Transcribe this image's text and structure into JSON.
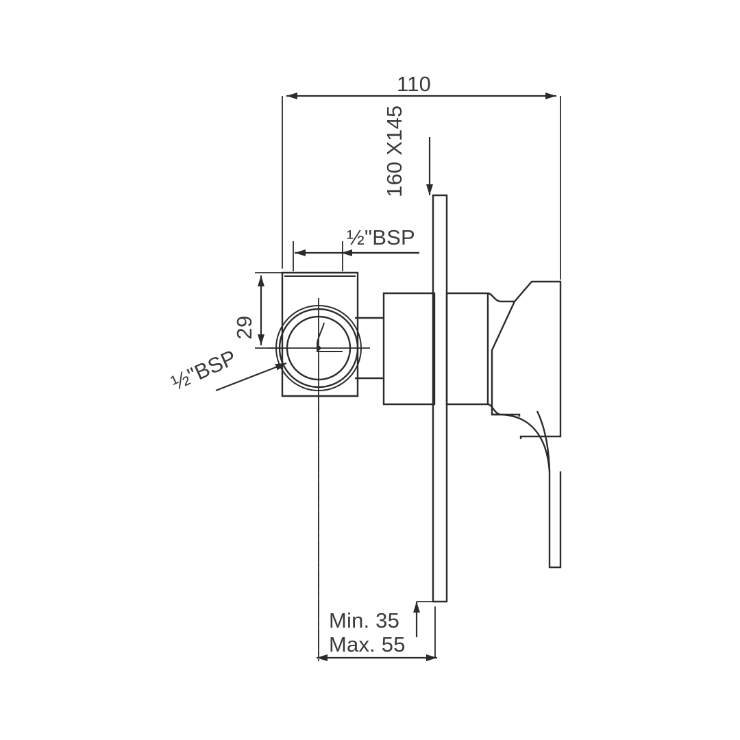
{
  "drawing": {
    "title": "Concealed Shower Mixer Valve Technical Drawing",
    "background_color": "#ffffff",
    "line_color": "#2b2b2b",
    "text_color": "#3a3a3a"
  },
  "dimensions": {
    "overall_width": "110",
    "plate_size": "160 X145",
    "inlet_height": "29",
    "inlet_thread_top": "½\"BSP",
    "outlet_thread": "½\"BSP",
    "depth_min": "Min. 35",
    "depth_max": "Max. 55"
  },
  "labels": [
    {
      "id": "overall-width",
      "text": "110",
      "rotation": 0
    },
    {
      "id": "plate-size",
      "text": "160 X145",
      "rotation": -90
    },
    {
      "id": "inlet-thread",
      "text": "½\"BSP",
      "rotation": 0
    },
    {
      "id": "inlet-height",
      "text": "29",
      "rotation": -90
    },
    {
      "id": "outlet-thread",
      "text": "½\"BSP",
      "rotation": -24
    },
    {
      "id": "depth-min",
      "text": "Min. 35",
      "rotation": 0
    },
    {
      "id": "depth-max",
      "text": "Max. 55",
      "rotation": 0
    }
  ]
}
